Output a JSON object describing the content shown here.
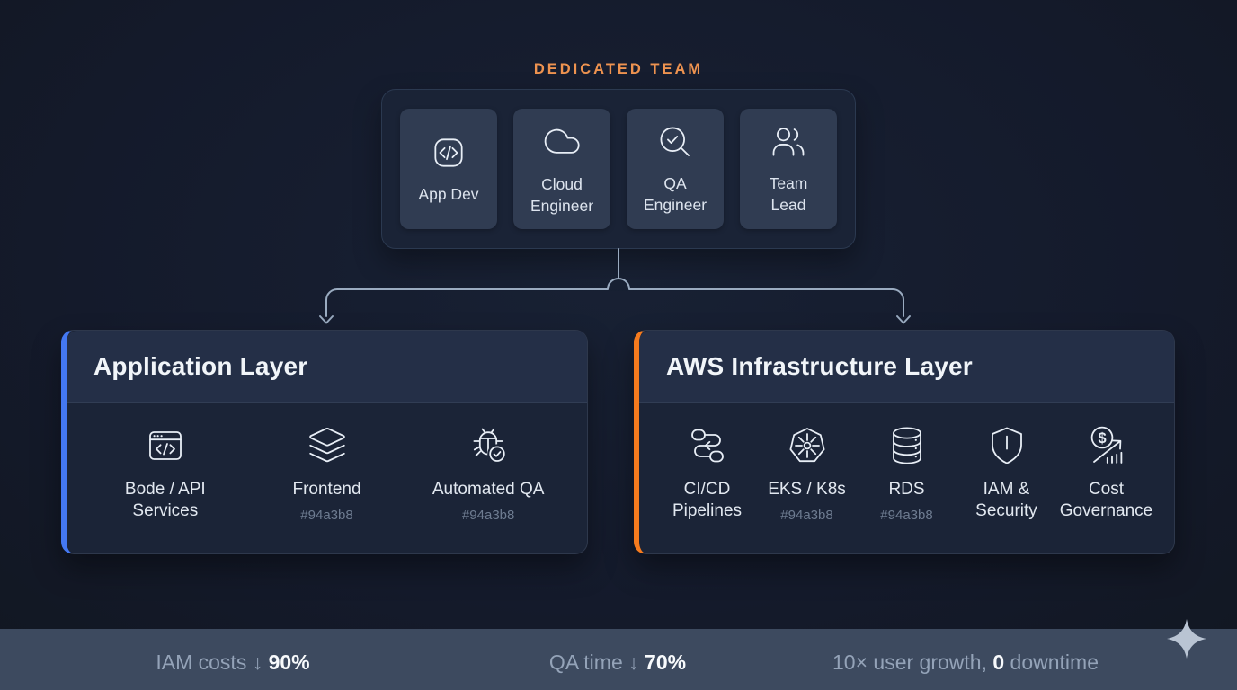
{
  "team": {
    "label": "DEDICATED TEAM",
    "members": [
      {
        "name": "App Dev",
        "icon": "code-square-icon"
      },
      {
        "name": "Cloud Engineer",
        "icon": "cloud-icon"
      },
      {
        "name": "QA Engineer",
        "icon": "search-check-icon"
      },
      {
        "name": "Team Lead",
        "icon": "users-icon"
      }
    ]
  },
  "layers": {
    "application": {
      "title": "Application Layer",
      "accent_color": "#4478f2",
      "items": [
        {
          "label": "Bode / API Services",
          "sub": "",
          "icon": "browser-code-icon"
        },
        {
          "label": "Frontend",
          "sub": "#94a3b8",
          "icon": "layers-icon"
        },
        {
          "label": "Automated QA",
          "sub": "#94a3b8",
          "icon": "bug-check-icon"
        }
      ]
    },
    "aws": {
      "title": "AWS Infrastructure Layer",
      "accent_color": "#f67b1e",
      "items": [
        {
          "label": "CI/CD Pipelines",
          "sub": "",
          "icon": "pipeline-workflow-icon"
        },
        {
          "label": "EKS / K8s",
          "sub": "#94a3b8",
          "icon": "kubernetes-icon"
        },
        {
          "label": "RDS",
          "sub": "#94a3b8",
          "icon": "database-icon"
        },
        {
          "label": "IAM & Security",
          "sub": "",
          "icon": "shield-icon"
        },
        {
          "label": "Cost Governance",
          "sub": "",
          "icon": "cost-trend-icon"
        }
      ]
    }
  },
  "footer": {
    "stats": [
      {
        "prefix": "IAM costs ↓ ",
        "value": "90%",
        "suffix": ""
      },
      {
        "prefix": "QA time ↓ ",
        "value": "70%",
        "suffix": ""
      },
      {
        "prefix": "10× user growth, ",
        "value": "0",
        "suffix": " downtime"
      }
    ]
  },
  "colors": {
    "background": "#141a2b",
    "team_label": "#ee9350",
    "card_bg": "#303c52",
    "panel_bg": "#1b2437",
    "panel_header_bg": "#242f47",
    "app_accent": "#4478f2",
    "aws_accent": "#f67b1e",
    "connector": "#9aabc0",
    "footer_bg": "#3d4a5f",
    "muted_text": "#94a3b8"
  }
}
